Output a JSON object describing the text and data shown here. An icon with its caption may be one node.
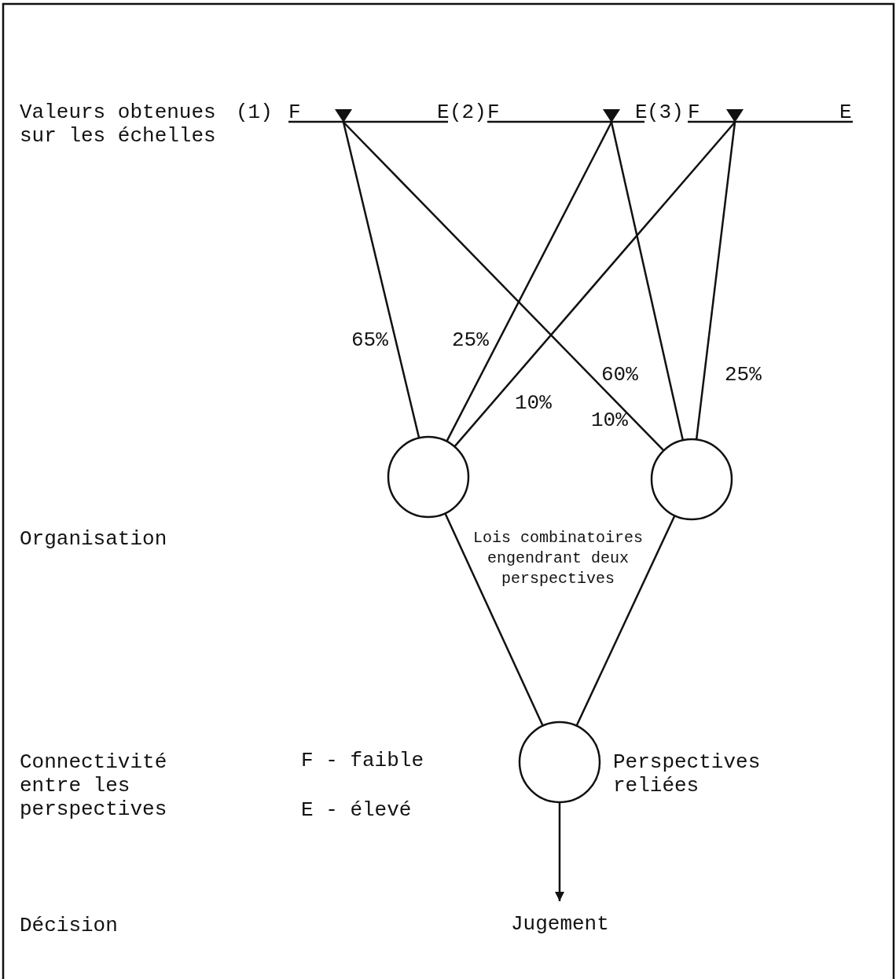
{
  "diagram": {
    "nodes": [
      {
        "text": [],
        "shape": "triangle"
      },
      {
        "text": [],
        "shape": "triangle"
      },
      {
        "text": [],
        "shape": "triangle"
      },
      {
        "text": [],
        "shape": "circle"
      },
      {
        "text": [],
        "shape": "circle"
      },
      {
        "text": [],
        "shape": "circle",
        "beside": [
          "Perspectives reliées"
        ]
      },
      {
        "text": [
          "Jugement"
        ]
      }
    ],
    "edges": [
      {
        "from": 0,
        "to": 3,
        "arrow": "none",
        "label": "65%"
      },
      {
        "from": 0,
        "to": 4,
        "arrow": "none",
        "label": "10%"
      },
      {
        "from": 1,
        "to": 3,
        "arrow": "none",
        "label": "25%"
      },
      {
        "from": 1,
        "to": 4,
        "arrow": "none",
        "label": "60%"
      },
      {
        "from": 2,
        "to": 3,
        "arrow": "none",
        "label": "10%"
      },
      {
        "from": 2,
        "to": 4,
        "arrow": "none",
        "label": "25%"
      },
      {
        "from": 3,
        "to": 5,
        "arrow": "none"
      },
      {
        "from": 4,
        "to": 5,
        "arrow": "none"
      },
      {
        "from": 5,
        "to": 6,
        "arrow": "to"
      }
    ],
    "labels": [
      "Valeurs obtenues sur les échelles",
      "(1)",
      "F",
      "E",
      "(2)",
      "F",
      "E",
      "(3)",
      "F",
      "E",
      "Organisation",
      "Lois combinatoires engendrant deux perspectives",
      "Connectivité entre les perspectives",
      "F - faible",
      "E - élevé",
      "Décision"
    ]
  }
}
